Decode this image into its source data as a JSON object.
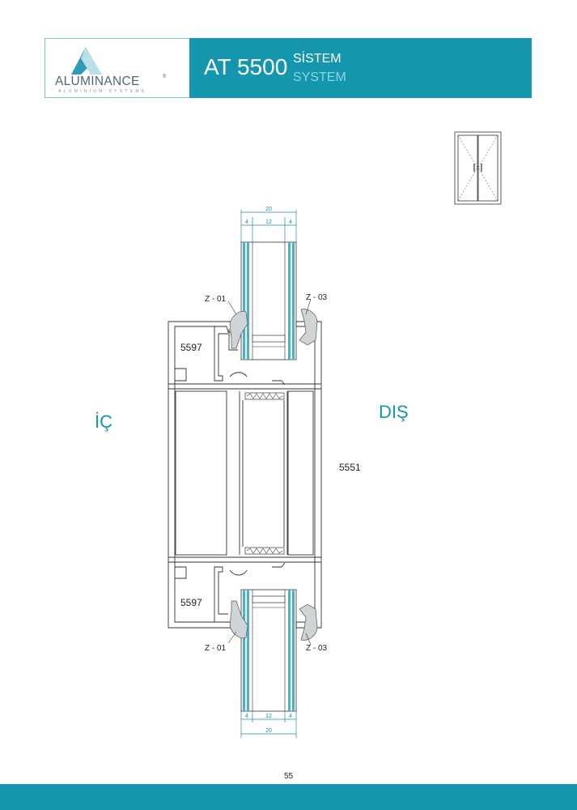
{
  "header": {
    "brand": "ALUMINANCE",
    "brand_mark": "®",
    "brand_sub": "ALUMINIUM SYSTEMS",
    "system_code": "AT 5500",
    "system_label_tr": "SİSTEM",
    "system_label_en": "SYSTEM"
  },
  "drawing": {
    "side_inside": "İÇ",
    "side_outside": "DIŞ",
    "profile_sash": "5597",
    "profile_frame": "5551",
    "gasket_left": "Z - 01",
    "gasket_right": "Z - 03",
    "glass_total": "20",
    "glass_layer_1": "4",
    "glass_gap": "12",
    "glass_layer_2": "4"
  },
  "colors": {
    "accent": "#1496ad",
    "glass": "#4ab3c6",
    "gasket": "#cfd4d6",
    "dimension": "#1a8fa6"
  },
  "footer": {
    "page_number": "55"
  }
}
